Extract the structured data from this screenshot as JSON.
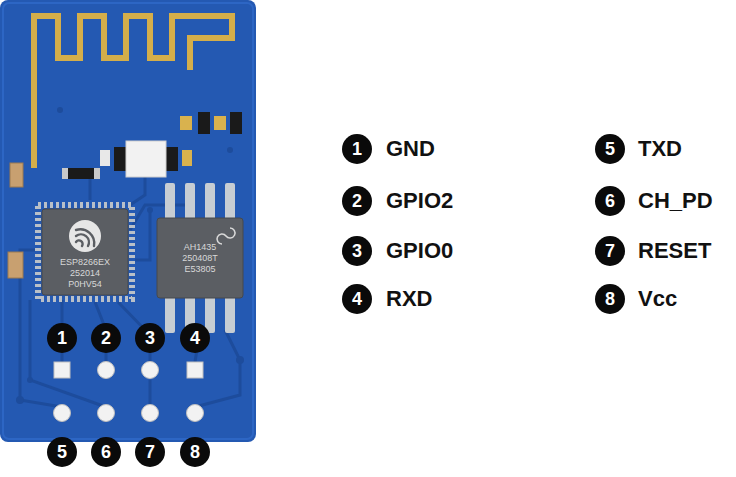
{
  "diagram": {
    "nodes": [
      {
        "text": [
          "ESP8266EX 252014 P0HV54"
        ]
      },
      {
        "text": [
          "AH1435 250408T E53805"
        ]
      }
    ],
    "labels": [
      "1",
      "2",
      "3",
      "4",
      "5",
      "6",
      "7",
      "8",
      "1",
      "GND",
      "2",
      "GPIO2",
      "3",
      "GPIO0",
      "4",
      "RXD",
      "5",
      "TXD",
      "6",
      "CH_PD",
      "7",
      "RESET",
      "8",
      "Vcc"
    ]
  }
}
